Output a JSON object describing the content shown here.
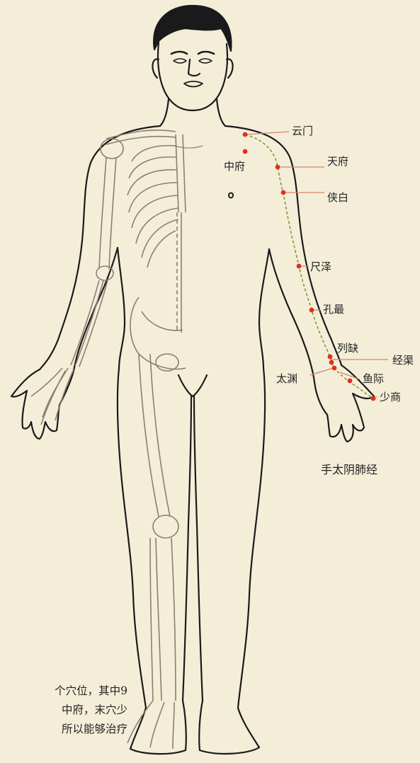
{
  "diagram": {
    "meridian_name": "手太阴肺经",
    "meridian_color": "#7a9a32",
    "point_color": "#e0301e",
    "body_outline_color": "#1a1a1a",
    "skeleton_color": "#8a7e72",
    "background_color": "#f4eed9",
    "points": [
      {
        "id": "yunmen",
        "label": "云门"
      },
      {
        "id": "zhongfu",
        "label": "中府"
      },
      {
        "id": "tianfu",
        "label": "天府"
      },
      {
        "id": "xiabai",
        "label": "侠白"
      },
      {
        "id": "chize",
        "label": "尺泽"
      },
      {
        "id": "kongzui",
        "label": "孔最"
      },
      {
        "id": "lieque",
        "label": "列缺"
      },
      {
        "id": "jingqu",
        "label": "经渠"
      },
      {
        "id": "taiyuan",
        "label": "太渊"
      },
      {
        "id": "yuji",
        "label": "鱼际"
      },
      {
        "id": "shaoshang",
        "label": "少商"
      }
    ]
  },
  "caption": {
    "lines": [
      "个穴位，其中9",
      "中府，末穴少",
      "所以能够治疗"
    ]
  }
}
